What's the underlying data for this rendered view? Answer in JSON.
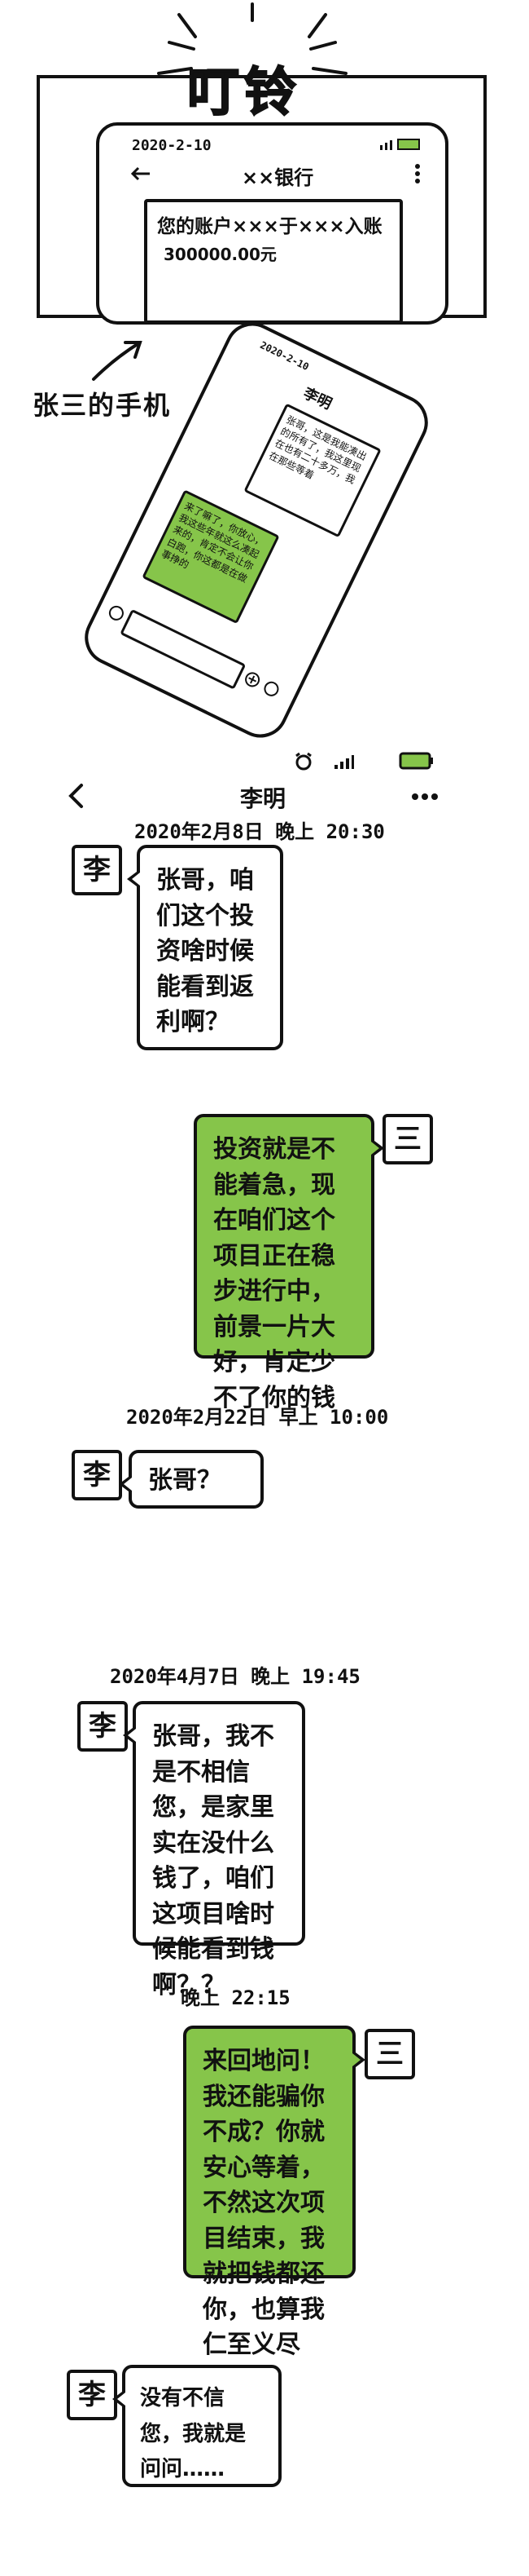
{
  "top_panel": {
    "ringing_text": "叮铃",
    "phone": {
      "status_date": "2020-2-10",
      "bank_title": "××银行",
      "back_icon": "arrow-left-icon",
      "menu_icon": "kebab-vertical-icon",
      "message_text": "您的账户×××于×××入账",
      "message_amount": "300000.00元"
    },
    "owner_label": "张三的手机"
  },
  "tilted_phone": {
    "status_date": "2020-2-10",
    "title": "李明",
    "msg_top": "张哥，这是我能凑出的所有了，我这里现在也有二十多万，我在那些等着",
    "msg_bottom": "来了嘛了，你放心，我这些年就这么凑起来的，肯定不会让你白跑，你这都是在做事挣的"
  },
  "chat": {
    "status": {
      "alarm_icon": "alarm-icon",
      "signal_icon": "signal-icon",
      "battery_icon": "battery-icon"
    },
    "header": {
      "back_icon": "chevron-left-icon",
      "title": "李明",
      "more_icon": "ellipsis-icon"
    },
    "avatars": {
      "li": "李",
      "san": "三"
    },
    "messages": [
      {
        "timestamp": "2020年2月8日    晚上 20:30",
        "from": "li",
        "text": "张哥，咱们这个投资啥时候能看到返利啊？"
      },
      {
        "from": "san",
        "text": "投资就是不能着急，现在咱们这个项目正在稳步进行中，前景一片大好，肯定少不了你的钱"
      },
      {
        "timestamp": "2020年2月22日    早上 10:00",
        "from": "li",
        "text": "张哥？"
      },
      {
        "timestamp": "2020年4月7日    晚上 19:45",
        "from": "li",
        "text": "张哥，我不是不相信您，是家里实在没什么钱了，咱们这项目啥时候能看到钱啊？？"
      },
      {
        "timestamp": "晚上 22:15",
        "from": "san",
        "text": "来回地问！我还能骗你不成？你就安心等着，不然这次项目结束，我就把钱都还你，也算我仁至义尽"
      },
      {
        "from": "li",
        "text": "没有不信您，我就是问问……"
      }
    ]
  }
}
